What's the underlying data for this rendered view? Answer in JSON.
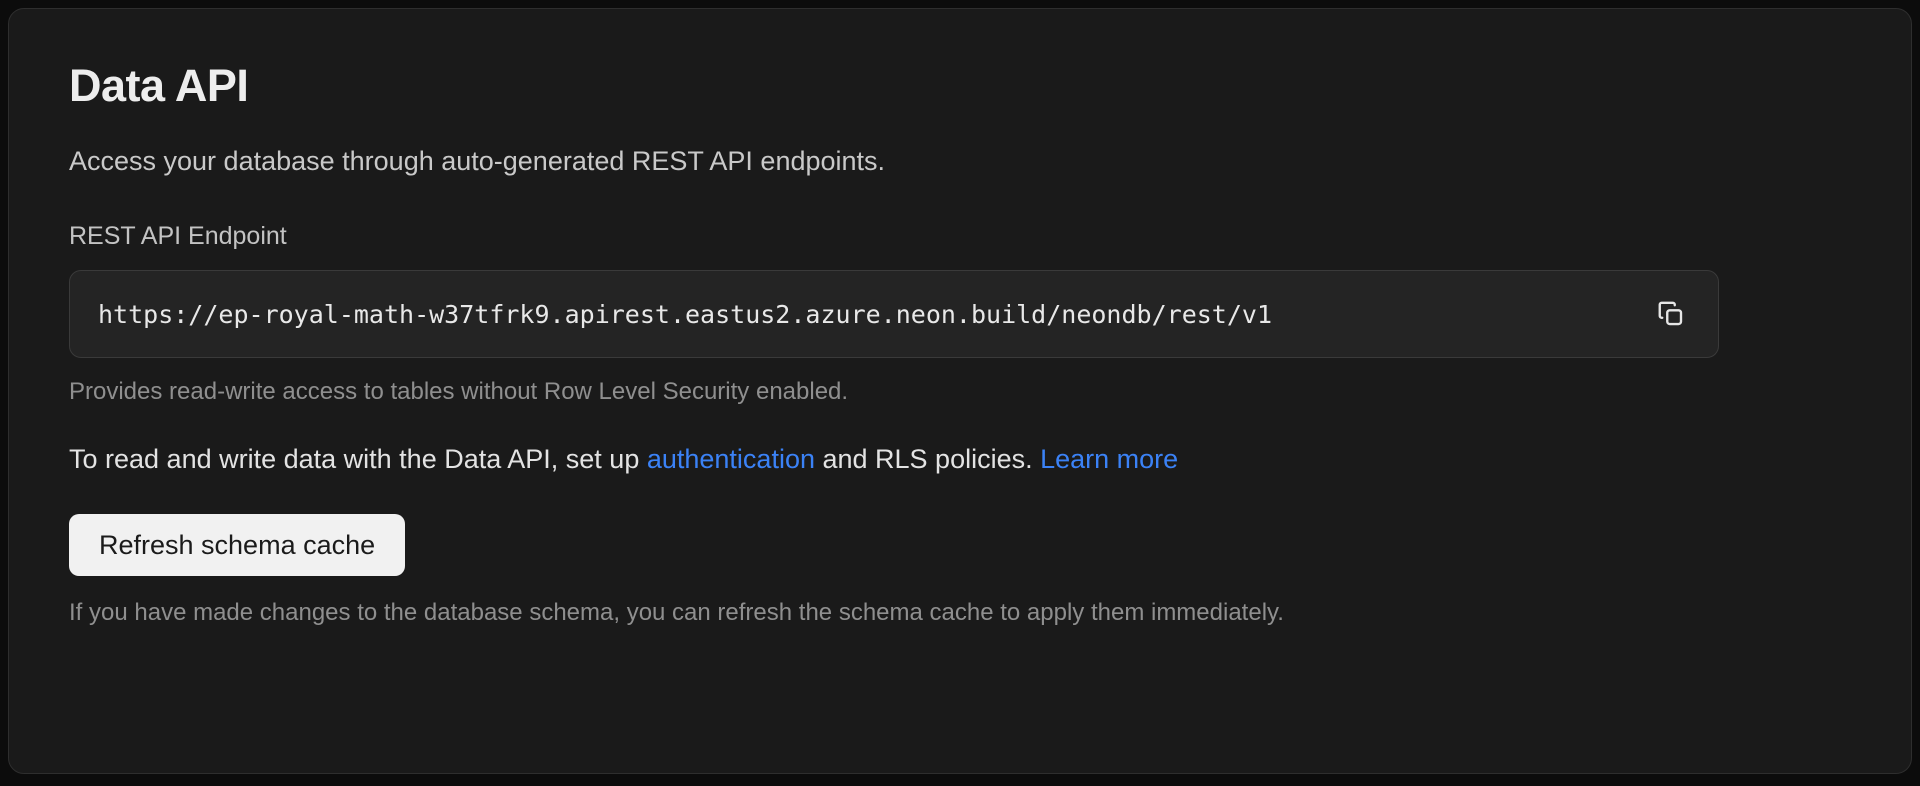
{
  "card": {
    "title": "Data API",
    "subtitle": "Access your database through auto-generated REST API endpoints.",
    "endpoint": {
      "label": "REST API Endpoint",
      "value": "https://ep-royal-math-w37tfrk9.apirest.eastus2.azure.neon.build/neondb/rest/v1",
      "copy_icon": "copy-icon",
      "helper": "Provides read-write access to tables without Row Level Security enabled."
    },
    "rls_notice": {
      "text_before": "To read and write data with the Data API, set up ",
      "link_auth": "authentication",
      "text_middle": " and RLS policies. ",
      "link_learn_more": "Learn more"
    },
    "refresh": {
      "button_label": "Refresh schema cache",
      "footnote": "If you have made changes to the database schema, you can refresh the schema cache to apply them immediately."
    }
  },
  "colors": {
    "page_background": "#0c0c0c",
    "card_background": "#1a1a1a",
    "card_border": "#2e2e2e",
    "input_background": "#242424",
    "input_border": "#3a3a3a",
    "link": "#3b82f6",
    "primary_button_background": "#f1f1f1",
    "primary_button_text": "#1b1b1b",
    "title_text": "#ededed",
    "body_text": "#e3e3e3",
    "muted_text": "#8f8f8f"
  }
}
